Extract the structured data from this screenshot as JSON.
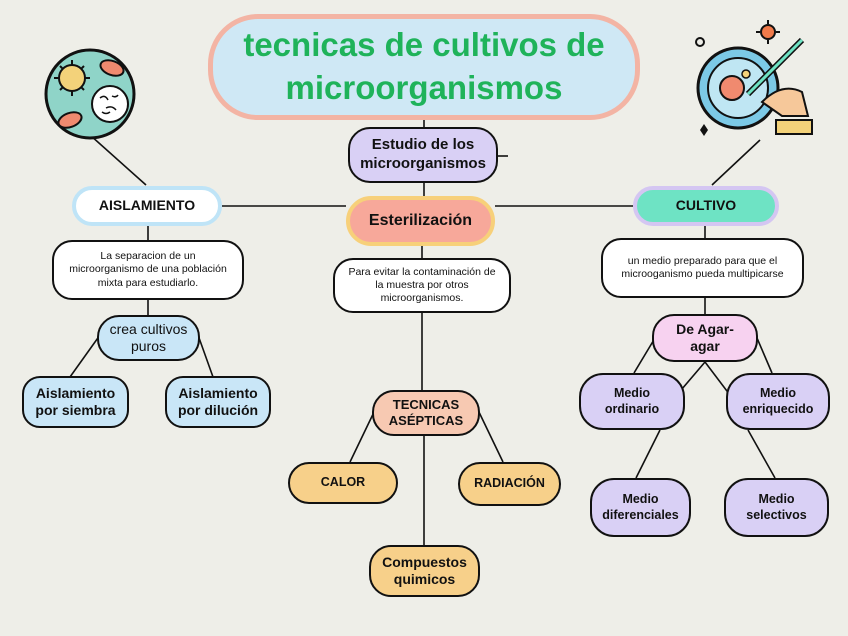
{
  "title": "tecnicas de cultivos de microorganismos",
  "center": {
    "estudio": "Estudio de los microorganismos",
    "esterilizacion": "Esterilización",
    "esterilizacion_desc": "Para evitar la contaminación de la muestra por otros microorganismos.",
    "tecnicas": "TECNICAS ASÉPTICAS",
    "calor": "CALOR",
    "radiacion": "RADIACIÓN",
    "compuestos": "Compuestos quimicos"
  },
  "aislamiento": {
    "label": "AISLAMIENTO",
    "desc": "La separacion de un microorganismo de una población mixta para estudiarlo.",
    "crea": "crea cultivos puros",
    "siembra": "Aislamiento por siembra",
    "dilucion": "Aislamiento por dilución"
  },
  "cultivo": {
    "label": "CULTIVO",
    "desc": "un medio preparado para que el microoganismo pueda multipicarse",
    "agar": "De Agar-agar",
    "ordinario": "Medio ordinario",
    "enriquecido": "Medio enriquecido",
    "diferenciales": "Medio diferenciales",
    "selectivos": "Medio selectivos"
  },
  "icons": [
    "microbes-icon",
    "petri-dish-icon"
  ],
  "colors": {
    "title_text": "#1fb35a",
    "title_border": "#f3b4a4",
    "aislamiento": "#cfeaf8",
    "cultivo": "#6ee3c4",
    "esterilizacion": "#f7a89a"
  }
}
